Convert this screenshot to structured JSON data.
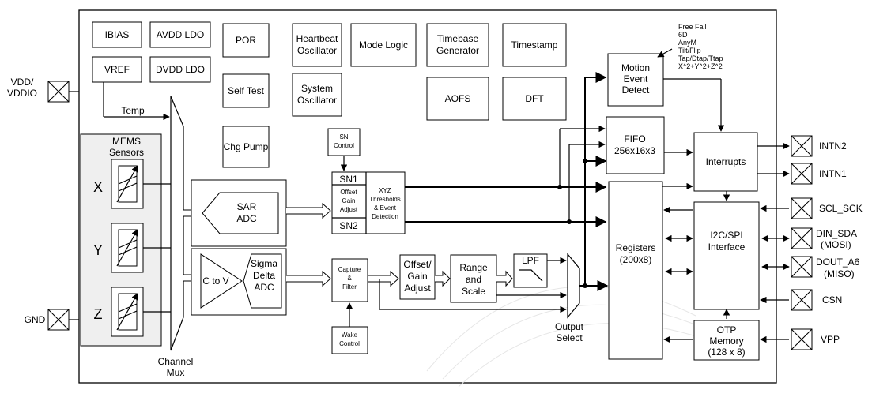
{
  "blocks": {
    "ibias": "IBIAS",
    "avdd_ldo": "AVDD LDO",
    "vref": "VREF",
    "dvdd_ldo": "DVDD LDO",
    "por": "POR",
    "self_test": "Self Test",
    "chg_pump": "Chg Pump",
    "heartbeat_1": "Heartbeat",
    "heartbeat_2": "Oscillator",
    "system_1": "System",
    "system_2": "Oscillator",
    "mode_logic": "Mode Logic",
    "timebase_1": "Timebase",
    "timebase_2": "Generator",
    "timestamp": "Timestamp",
    "aofs": "AOFS",
    "dft": "DFT",
    "motion_1": "Motion",
    "motion_2": "Event",
    "motion_3": "Detect",
    "fifo_1": "FIFO",
    "fifo_2": "256x16x3",
    "interrupts": "Interrupts",
    "registers_1": "Registers",
    "registers_2": "(200x8)",
    "i2c_1": "I2C/SPI",
    "i2c_2": "Interface",
    "otp_1": "OTP",
    "otp_2": "Memory",
    "otp_3": "(128 x 8)",
    "temp": "Temp",
    "mems_1": "MEMS",
    "mems_2": "Sensors",
    "axis_x": "X",
    "axis_y": "Y",
    "axis_z": "Z",
    "channel_1": "Channel",
    "channel_2": "Mux",
    "sar_1": "SAR",
    "sar_2": "ADC",
    "c_to_v": "C to V",
    "sigma_1": "Sigma",
    "sigma_2": "Delta",
    "sigma_3": "ADC",
    "sn_control_1": "SN",
    "sn_control_2": "Control",
    "sn1": "SN1",
    "sn2": "SN2",
    "oga_1": "Offset",
    "oga_2": "Gain",
    "oga_3": "Adjust",
    "xyz_1": "XYZ",
    "xyz_2": "Thresholds",
    "xyz_3": "& Event",
    "xyz_4": "Detection",
    "capture_1": "Capture",
    "capture_2": "&",
    "capture_3": "Filter",
    "wake_1": "Wake",
    "wake_2": "Control",
    "offgain_1": "Offset/",
    "offgain_2": "Gain",
    "offgain_3": "Adjust",
    "range_1": "Range",
    "range_2": "and",
    "range_3": "Scale",
    "lpf": "LPF",
    "output_1": "Output",
    "output_2": "Select"
  },
  "motion_events": [
    "Free Fall",
    "6D",
    "AnyM",
    "Tilt/Flip",
    "Tap/Dtap/Ttap",
    "X^2+Y^2+Z^2"
  ],
  "pins": {
    "vdd_1": "VDD/",
    "vdd_2": "VDDIO",
    "gnd": "GND",
    "intn2": "INTN2",
    "intn1": "INTN1",
    "scl_sck": "SCL_SCK",
    "din_sda": "DIN_SDA",
    "din_mosi": "(MOSI)",
    "dout_a6": "DOUT_A6",
    "dout_miso": "(MISO)",
    "csn": "CSN",
    "vpp": "VPP"
  }
}
